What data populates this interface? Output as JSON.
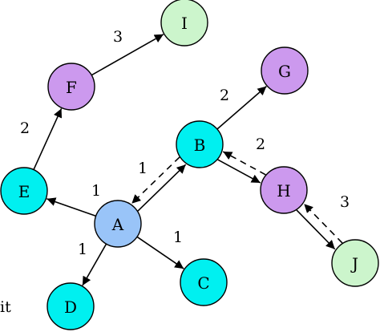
{
  "colors": {
    "cyan": "#00f0f0",
    "purple": "#cc99ee",
    "green": "#ccf5cc",
    "blue": "#99c4f8"
  },
  "nodes": [
    {
      "id": "A",
      "label": "A",
      "color": "blue"
    },
    {
      "id": "B",
      "label": "B",
      "color": "cyan"
    },
    {
      "id": "C",
      "label": "C",
      "color": "cyan"
    },
    {
      "id": "D",
      "label": "D",
      "color": "cyan"
    },
    {
      "id": "E",
      "label": "E",
      "color": "cyan"
    },
    {
      "id": "F",
      "label": "F",
      "color": "purple"
    },
    {
      "id": "G",
      "label": "G",
      "color": "purple"
    },
    {
      "id": "H",
      "label": "H",
      "color": "purple"
    },
    {
      "id": "I",
      "label": "I",
      "color": "green"
    },
    {
      "id": "J",
      "label": "J",
      "color": "green"
    }
  ],
  "edges": [
    {
      "from": "A",
      "to": "E",
      "label": "1",
      "style": "solid"
    },
    {
      "from": "A",
      "to": "D",
      "label": "1",
      "style": "solid"
    },
    {
      "from": "A",
      "to": "C",
      "label": "1",
      "style": "solid"
    },
    {
      "from": "A",
      "to": "B",
      "label": "1",
      "style": "solid"
    },
    {
      "from": "B",
      "to": "A",
      "label": "",
      "style": "dashed"
    },
    {
      "from": "E",
      "to": "F",
      "label": "2",
      "style": "solid"
    },
    {
      "from": "F",
      "to": "I",
      "label": "3",
      "style": "solid"
    },
    {
      "from": "B",
      "to": "G",
      "label": "2",
      "style": "solid"
    },
    {
      "from": "B",
      "to": "H",
      "label": "2",
      "style": "solid"
    },
    {
      "from": "H",
      "to": "B",
      "label": "",
      "style": "dashed"
    },
    {
      "from": "H",
      "to": "J",
      "label": "3",
      "style": "solid"
    },
    {
      "from": "J",
      "to": "H",
      "label": "",
      "style": "dashed"
    }
  ],
  "stray_text": "it"
}
